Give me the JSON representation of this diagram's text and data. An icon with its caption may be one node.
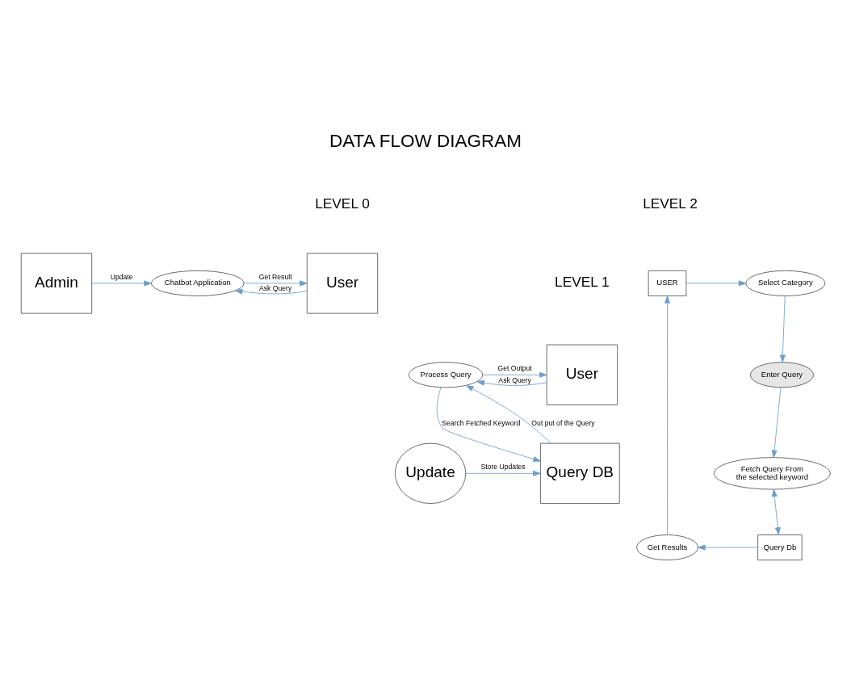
{
  "diagram": {
    "title": "DATA FLOW DIAGRAM",
    "nodes": [
      {
        "text": [
          "User"
        ]
      },
      {
        "text": [
          "Chatbot Application"
        ]
      },
      {
        "text": [
          "Admin"
        ]
      },
      {
        "text": [
          "User"
        ]
      },
      {
        "text": [
          "Process Query"
        ]
      },
      {
        "text": [
          "Update"
        ]
      },
      {
        "text": [
          "Query DB"
        ]
      },
      {
        "text": [
          "USER"
        ]
      },
      {
        "text": [
          "Select Category"
        ]
      },
      {
        "text": [
          "Enter Query"
        ]
      },
      {
        "text": [
          "Fetch Query From the selected keyword"
        ]
      },
      {
        "text": [
          "Get Results"
        ]
      },
      {
        "text": [
          "Query Db"
        ]
      }
    ],
    "edges": [
      {
        "from": 0,
        "to": 1,
        "arrow": "to",
        "label": "Ask Query"
      },
      {
        "from": 1,
        "to": 0,
        "arrow": "to",
        "label": "Get Result"
      },
      {
        "from": 2,
        "to": 1,
        "arrow": "to",
        "label": "Update"
      },
      {
        "from": 3,
        "to": 4,
        "arrow": "to",
        "label": "Ask Query"
      },
      {
        "from": 4,
        "to": 3,
        "arrow": "to",
        "label": "Get Output"
      },
      {
        "from": 4,
        "to": 6,
        "arrow": "to",
        "label": "Search Fetched Keyword"
      },
      {
        "from": 6,
        "to": 4,
        "arrow": "to",
        "label": "Out put of the Query"
      },
      {
        "from": 5,
        "to": 6,
        "arrow": "to",
        "label": "Store Updates"
      },
      {
        "from": 7,
        "to": 8,
        "arrow": "to"
      },
      {
        "from": 8,
        "to": 9,
        "arrow": "to"
      },
      {
        "from": 9,
        "to": 10,
        "arrow": "to"
      },
      {
        "from": 10,
        "to": 12,
        "arrow": "both"
      },
      {
        "from": 12,
        "to": 11,
        "arrow": "to"
      },
      {
        "from": 11,
        "to": 7,
        "arrow": "to"
      }
    ],
    "labels": [
      "LEVEL 0",
      "LEVEL 1",
      "LEVEL 2"
    ]
  }
}
